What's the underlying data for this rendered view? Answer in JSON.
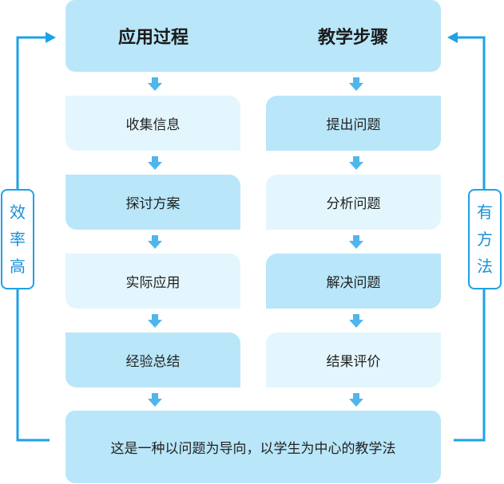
{
  "header": {
    "left_title": "应用过程",
    "right_title": "教学步骤"
  },
  "left_steps": [
    "收集信息",
    "探讨方案",
    "实际应用",
    "经验总结"
  ],
  "right_steps": [
    "提出问题",
    "分析问题",
    "解决问题",
    "结果评价"
  ],
  "footer": {
    "text": "这是一种以问题为导向，以学生为中心的教学法"
  },
  "left_label": [
    "效",
    "率",
    "高"
  ],
  "right_label": [
    "有",
    "方",
    "法"
  ],
  "colors": {
    "accent": "#1ea2e6",
    "box_mid": "#b9e6f9",
    "box_light": "#e4f6fd",
    "arrow": "#4fb6ec"
  }
}
